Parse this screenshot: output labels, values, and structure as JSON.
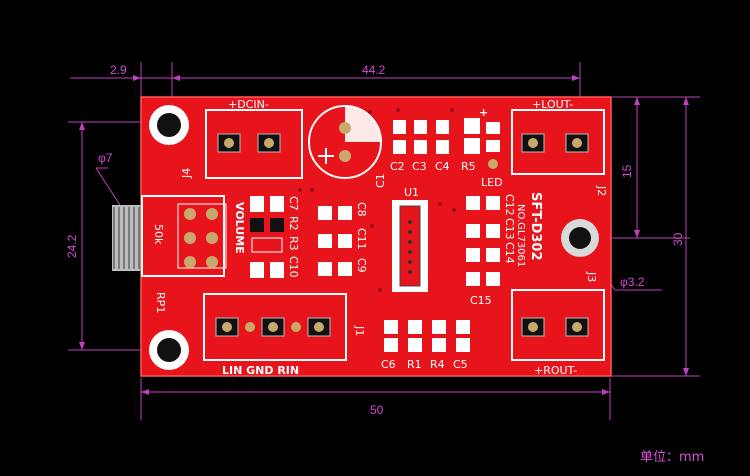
{
  "dimensions": {
    "offset": "2.9",
    "top_width": "44.2",
    "bottom_width": "50",
    "left_height": "24.2",
    "right_height": "30",
    "right_small": "15",
    "pot_dia": "φ7",
    "hole_dia": "φ3.2"
  },
  "unit_label": "单位：mm",
  "board": {
    "color": "#e8141c",
    "connectors": {
      "j4": "J4",
      "j4_label": "+DCIN-",
      "j2": "J2",
      "j2_label": "+LOUT-",
      "j3": "J3",
      "j3_label": "+ROUT-",
      "j1": "J1",
      "j1_label": "LIN GND RIN"
    },
    "components": {
      "c1": "C1",
      "c2": "C2",
      "c3": "C3",
      "c4": "C4",
      "r5": "R5",
      "led": "LED",
      "u1": "U1",
      "c7": "C7",
      "r2": "R2",
      "r3": "R3",
      "c10": "C10",
      "c8": "C8",
      "c11": "C11",
      "c9": "C9",
      "c12": "C12",
      "c13": "C13",
      "c14": "C14",
      "c15": "C15",
      "c6": "C6",
      "r1": "R1",
      "r4": "R4",
      "c5": "C5",
      "rp1": "RP1",
      "volume": "VOLUME",
      "pot_value": "50k",
      "model": "SFT-D302",
      "serial": "NO.GL73061",
      "plus": "+",
      "star": "*"
    }
  }
}
